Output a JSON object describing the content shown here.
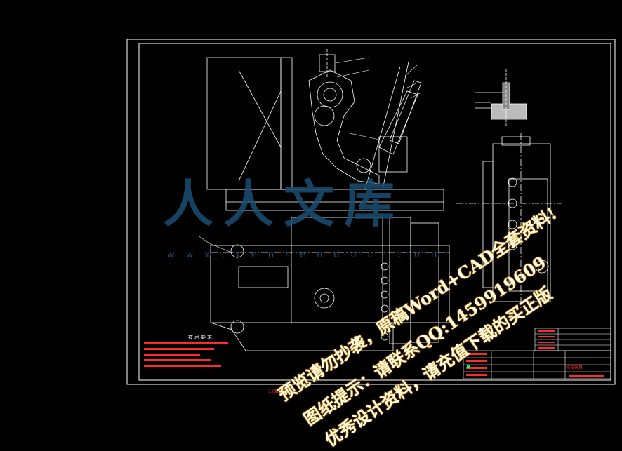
{
  "watermark": {
    "logo": "人人文库",
    "url": "www.renrendoc.com",
    "line1": "预览请勿抄袭，原稿Word+CAD全套资料!",
    "line2": "图纸提示：请联系QQ:1459919609",
    "line3": "优秀设计资料，请充值下载的买正版"
  },
  "drawing": {
    "tech_requirements_title": "技术要求",
    "bottom_note": "1.(图纸提示)......",
    "title_block_name": "铣钳夹具"
  },
  "colors": {
    "background": "#000000",
    "frame": "#ffffff",
    "red": "#ff2a2a",
    "green": "#00ff66",
    "watermark_blue": "#1b4f73",
    "watermark_text": "#fffbe0"
  }
}
